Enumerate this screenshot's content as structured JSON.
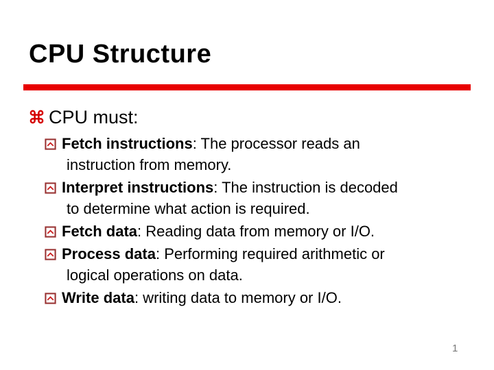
{
  "slide": {
    "title": "CPU Structure",
    "page_number": "1"
  },
  "colors": {
    "accent_red": "#E80000",
    "bullet_red": "#D50000",
    "sub_bullet_border": "#993333",
    "sub_bullet_chevron": "#CC2222",
    "title_color": "#000000",
    "page_number_gray": "#787878"
  },
  "content": {
    "lead_bullet": {
      "icon": "command-icon",
      "text": "CPU must:"
    },
    "bullets": [
      {
        "icon": "chevron-box-icon",
        "bold": "Fetch instructions",
        "rest": ": The processor reads an",
        "line2": "instruction from memory."
      },
      {
        "icon": "chevron-box-icon",
        "bold": "Interpret instructions",
        "rest": ": The instruction is decoded",
        "line2": "to determine what action is required."
      },
      {
        "icon": "chevron-box-icon",
        "bold": "Fetch data",
        "rest": ": Reading data from memory or I/O.",
        "line2": ""
      },
      {
        "icon": "chevron-box-icon",
        "bold": "Process data",
        "rest": ": Performing required arithmetic or",
        "line2": "logical operations on data."
      },
      {
        "icon": "chevron-box-icon",
        "bold": "Write data",
        "rest": ": writing data to memory or I/O.",
        "line2": ""
      }
    ]
  }
}
